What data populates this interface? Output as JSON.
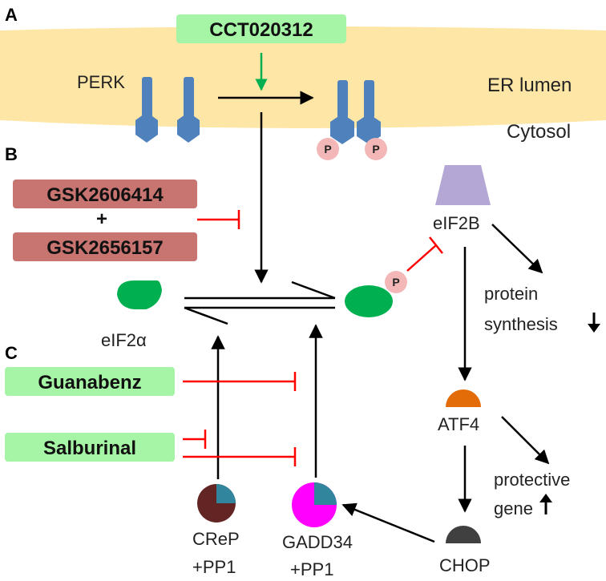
{
  "panels": {
    "a": "A",
    "b": "B",
    "c": "C"
  },
  "compartments": {
    "er_lumen": "ER lumen",
    "cytosol": "Cytosol"
  },
  "labels": {
    "perk": "PERK",
    "eif2a": "eIF2α",
    "eif2b": "eIF2B",
    "protein_synthesis_1": "protein",
    "protein_synthesis_2": "synthesis",
    "atf4": "ATF4",
    "protective_1": "protective",
    "protective_2": "gene",
    "chop": "CHOP",
    "crep_1": "CReP",
    "crep_2": "+PP1",
    "gadd34_1": "GADD34",
    "gadd34_2": "+PP1",
    "phospho": "P",
    "plus": "+"
  },
  "drugs": {
    "activator": "CCT020312",
    "inhibitor_1": "GSK2606414",
    "inhibitor_2": "GSK2656157",
    "guanabenz": "Guanabenz",
    "salburinal": "Salburinal"
  },
  "trend": {
    "protein_synthesis": "down",
    "protective_gene": "up"
  },
  "colors": {
    "membrane": "#fde6a6",
    "perk": "#4f81bd",
    "phospho": "#f4b7b7",
    "eif2a": "#00b050",
    "eif2b": "#b4a7d6",
    "atf4": "#e36c09",
    "chop": "#404040",
    "crep": "#632523",
    "gadd34": "#ff00ff",
    "pp1": "#31859c",
    "activator_box": "#a6f4a6",
    "inhibitor_box": "#c87470",
    "inhibit_line": "#ff0000",
    "activate_arrow": "#00b050"
  }
}
